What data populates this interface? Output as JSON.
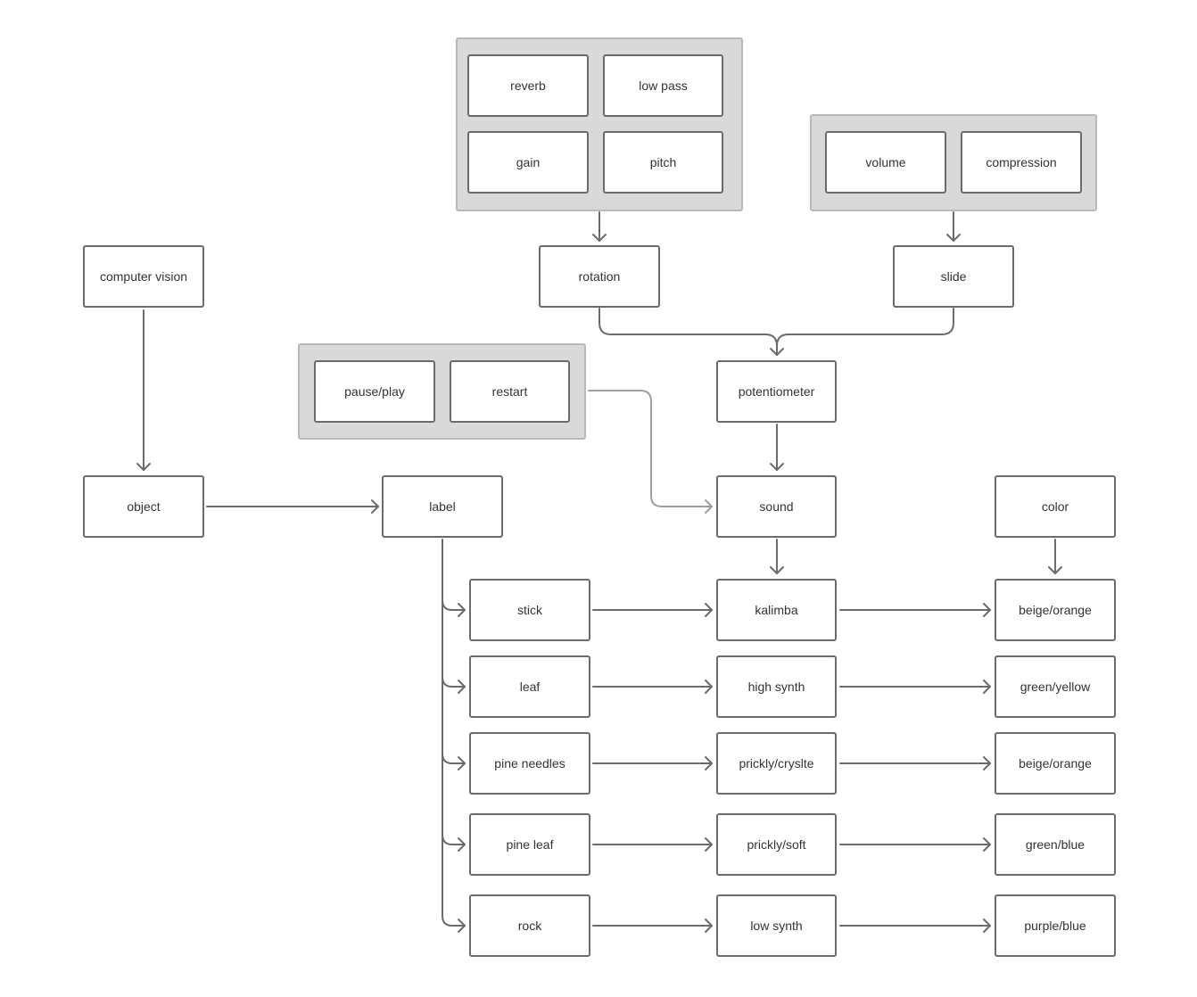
{
  "diagram": {
    "groups": {
      "effects": [
        "reverb",
        "low pass",
        "gain",
        "pitch"
      ],
      "dynamics": [
        "volume",
        "compression"
      ],
      "playback": [
        "pause/play",
        "restart"
      ]
    },
    "nodes": {
      "computer_vision": "computer vision",
      "object": "object",
      "label": "label",
      "rotation": "rotation",
      "slide": "slide",
      "potentiometer": "potentiometer",
      "sound": "sound",
      "color": "color"
    },
    "rows": [
      {
        "label": "stick",
        "sound": "kalimba",
        "color": "beige/orange"
      },
      {
        "label": "leaf",
        "sound": "high synth",
        "color": "green/yellow"
      },
      {
        "label": "pine needles",
        "sound": "prickly/cryslte",
        "color": "beige/orange"
      },
      {
        "label": "pine leaf",
        "sound": "prickly/soft",
        "color": "green/blue"
      },
      {
        "label": "rock",
        "sound": "low synth",
        "color": "purple/blue"
      }
    ]
  },
  "colors": {
    "node_border": "#6b6b6b",
    "group_fill": "#d9d9d9",
    "group_border": "#b8b8b8",
    "edge": "#6b6b6b",
    "edge_secondary": "#9e9e9e"
  }
}
